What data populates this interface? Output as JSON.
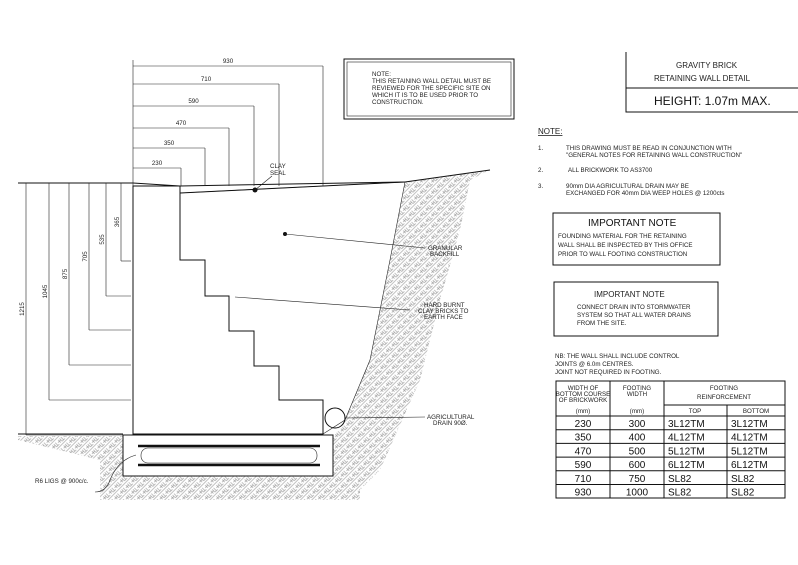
{
  "title_block": {
    "line1": "GRAVITY BRICK",
    "line2": "RETAINING WALL DETAIL",
    "height": "HEIGHT:  1.07m MAX."
  },
  "top_note": {
    "lines": [
      "NOTE:",
      "THIS RETAINING WALL DETAIL MUST BE",
      "REVIEWED FOR THE SPECIFIC SITE ON",
      "WHICH IT IS TO BE USED PRIOR TO",
      "CONSTRUCTION."
    ]
  },
  "notes": {
    "heading": "NOTE:",
    "items": [
      {
        "num": "1.",
        "lines": [
          "THIS DRAWING MUST BE READ IN CONJUNCTION WITH",
          "\"GENERAL NOTES FOR RETAINING WALL CONSTRUCTION\""
        ]
      },
      {
        "num": "2.",
        "lines": [
          "ALL BRICKWORK TO AS3700"
        ]
      },
      {
        "num": "3.",
        "lines": [
          "90mm DIA AGRICULTURAL DRAIN MAY BE",
          "EXCHANGED FOR 40mm DIA WEEP HOLES @ 1200cts"
        ]
      }
    ]
  },
  "important1": {
    "heading": "IMPORTANT NOTE",
    "lines": [
      "FOUNDING MATERIAL FOR THE RETAINING",
      "WALL SHALL BE INSPECTED BY THIS OFFICE",
      "PRIOR TO WALL FOOTING CONSTRUCTION"
    ]
  },
  "important2": {
    "heading": "IMPORTANT NOTE",
    "lines": [
      "CONNECT DRAIN INTO STORMWATER",
      "SYSTEM SO THAT ALL WATER DRAINS",
      "FROM THE SITE."
    ]
  },
  "nb": {
    "lines": [
      "NB: THE WALL SHALL INCLUDE CONTROL",
      "JOINTS @ 6.0m CENTRES.",
      "JOINT NOT REQUIRED IN FOOTING."
    ]
  },
  "table": {
    "h1": [
      "WIDTH OF",
      "BOTTOM COURSE",
      "OF BRICKWORK"
    ],
    "h1_unit": "(mm)",
    "h2": [
      "FOOTING",
      "WIDTH"
    ],
    "h2_unit": "(mm)",
    "h3": [
      "FOOTING",
      "REINFORCEMENT"
    ],
    "top": "TOP",
    "bottom": "BOTTOM",
    "rows": [
      [
        "230",
        "300",
        "3L12TM",
        "3L12TM"
      ],
      [
        "350",
        "400",
        "4L12TM",
        "4L12TM"
      ],
      [
        "470",
        "500",
        "5L12TM",
        "5L12TM"
      ],
      [
        "590",
        "600",
        "6L12TM",
        "6L12TM"
      ],
      [
        "710",
        "750",
        "SL82",
        "SL82"
      ],
      [
        "930",
        "1000",
        "SL82",
        "SL82"
      ]
    ]
  },
  "dims": {
    "horizontal": [
      "230",
      "350",
      "470",
      "590",
      "710",
      "930"
    ],
    "vertical": [
      "365",
      "535",
      "705",
      "875",
      "1045",
      "1215"
    ]
  },
  "labels": {
    "clay_seal": [
      "CLAY",
      "SEAL"
    ],
    "backfill": [
      "GRANULAR",
      "BACKFILL"
    ],
    "bricks": [
      "HARD BURNT",
      "CLAY BRICKS TO",
      "EARTH FACE"
    ],
    "drain": [
      "AGRICULTURAL",
      "DRAIN 90Ø."
    ],
    "ligs": "R6 LIGS @ 900c/c."
  }
}
